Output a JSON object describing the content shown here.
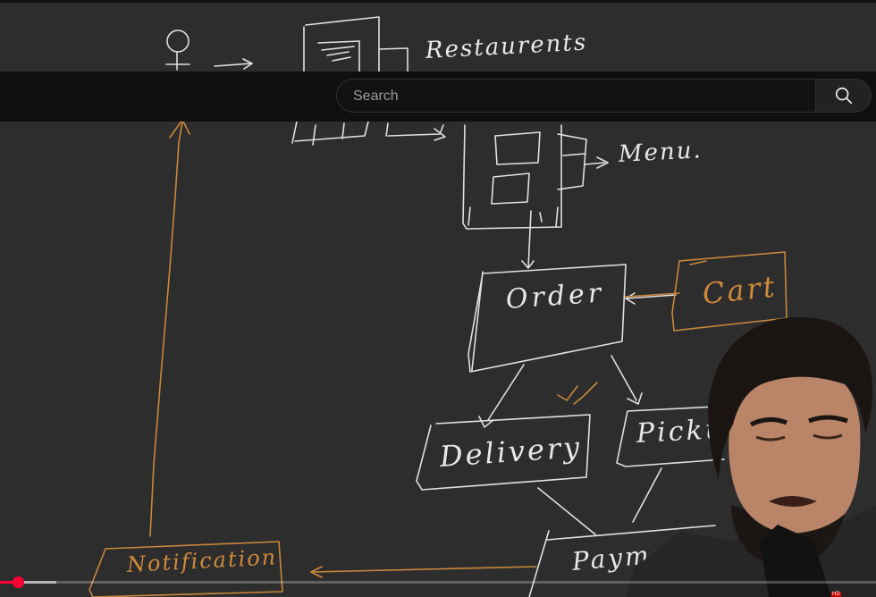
{
  "search": {
    "placeholder": "Search",
    "button_icon": "search-icon"
  },
  "whiteboard": {
    "restaurants": "Restaurents",
    "menu": "Menu.",
    "order": "Order",
    "cart": "Cart",
    "delivery": "Delivery",
    "pickup": "Picku",
    "notification": "Notification",
    "payment": "Payment"
  },
  "player": {
    "progress_fraction": 0.02,
    "buffered_fraction": 0.064,
    "hd_badge": "HD"
  },
  "colors": {
    "board_background": "#2d2d2d",
    "chalk_white": "#e8e8e8",
    "chalk_orange": "#d08a3a",
    "progress_red": "#ff0033",
    "topbar": "#0f0f0f"
  }
}
